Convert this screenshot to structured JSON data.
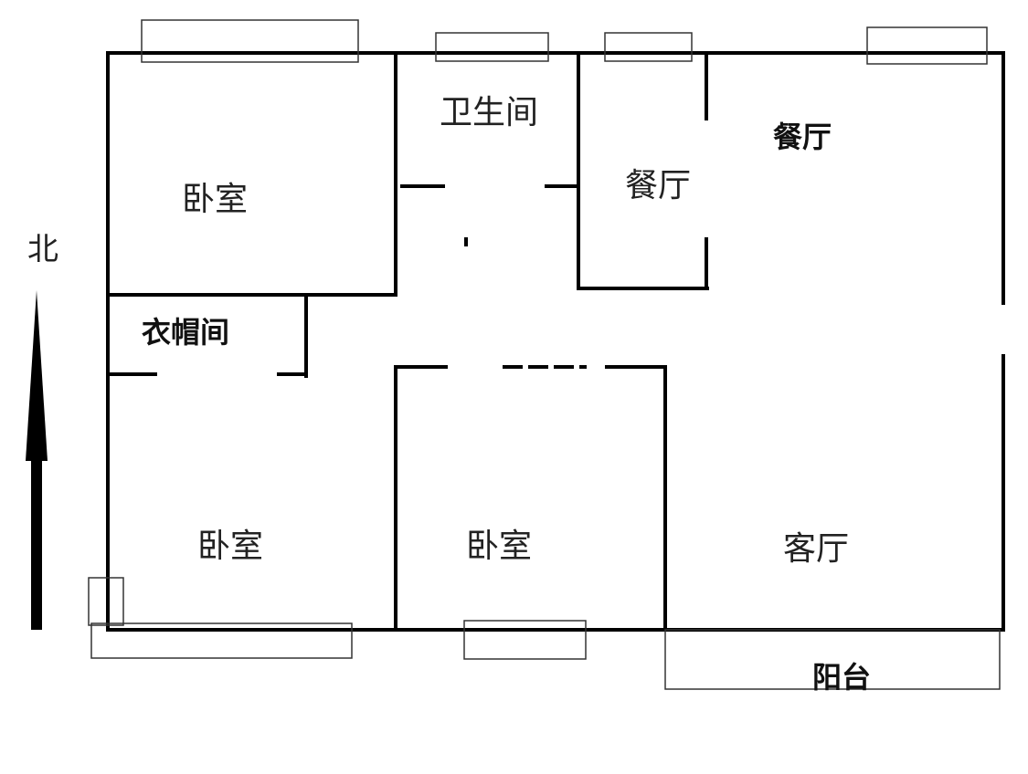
{
  "compass": {
    "label": "北",
    "direction": "north-arrow"
  },
  "rooms": {
    "bedroom_nw": "卧室",
    "bathroom": "卫生间",
    "dining_small": "餐厅",
    "dining_main": "餐厅",
    "closet": "衣帽间",
    "bedroom_sw": "卧室",
    "bedroom_s": "卧室",
    "living_room": "客厅",
    "balcony": "阳台"
  },
  "colors": {
    "wall": "#000000",
    "window": "#333333",
    "text": "#222222"
  }
}
